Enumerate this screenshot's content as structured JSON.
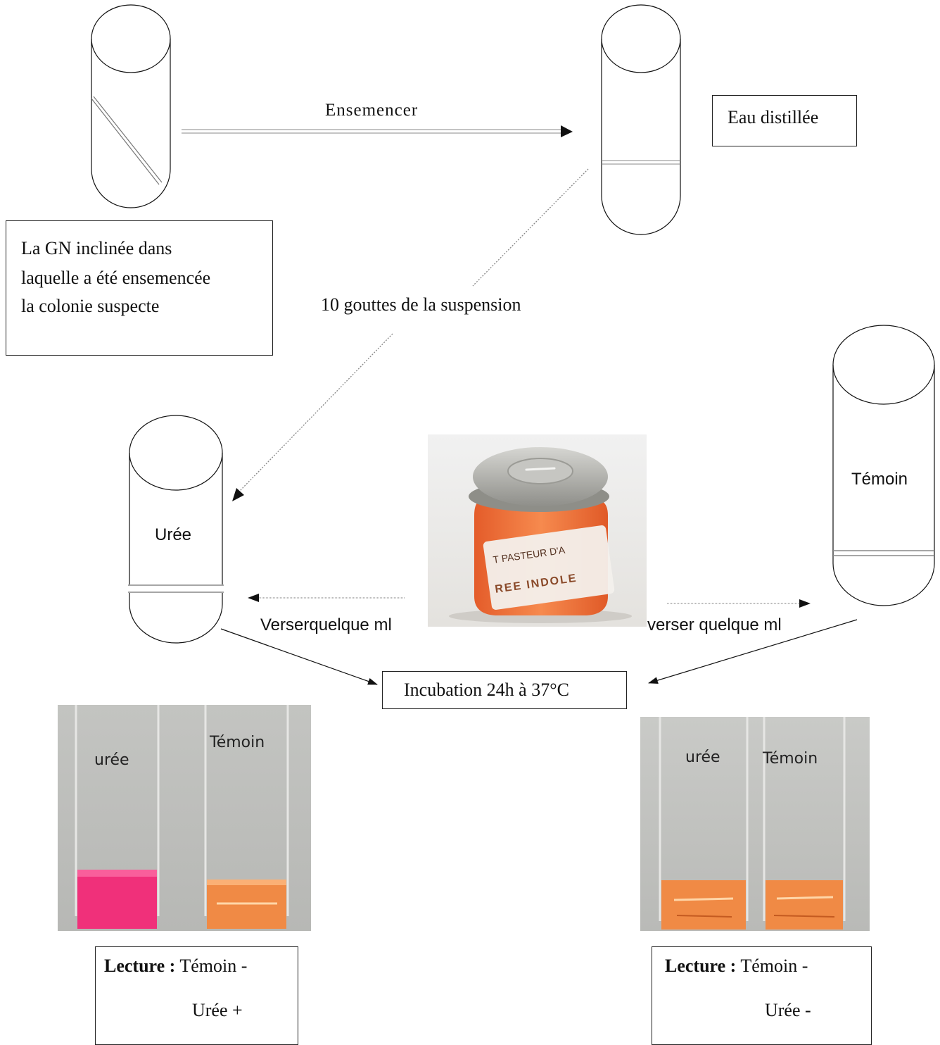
{
  "labels": {
    "ensemencer": "Ensemencer",
    "eau_distillee": "Eau distillée",
    "gn_line1": "La GN inclinée dans",
    "gn_line2": "laquelle a été ensemencée",
    "gn_line3": "la colonie suspecte",
    "gouttes": "10 gouttes de la suspension",
    "temoin": "Témoin",
    "uree": "Urée",
    "verser_left": "Verserquelque ml",
    "verser_right": "verser quelque ml",
    "incubation": "Incubation 24h à 37°C"
  },
  "bottle": {
    "label_line1": "T PASTEUR D'A",
    "label_line2": "REE INDOLE",
    "liquid_color": "#f2703a",
    "cap_color": "#b8b8b4"
  },
  "photo_left": {
    "tube1_label": "urée",
    "tube2_label": "Témoin",
    "tube1_color": "#f0307a",
    "tube2_color": "#f08a45"
  },
  "photo_right": {
    "tube1_label": "urée",
    "tube2_label": "Témoin",
    "tube1_color": "#f08a45",
    "tube2_color": "#f08a45"
  },
  "lecture_left": {
    "prefix": "Lecture :",
    "line1": "Témoin -",
    "line2": "Urée +"
  },
  "lecture_right": {
    "prefix": "Lecture :",
    "line1": "Témoin -",
    "line2": "Urée -"
  }
}
